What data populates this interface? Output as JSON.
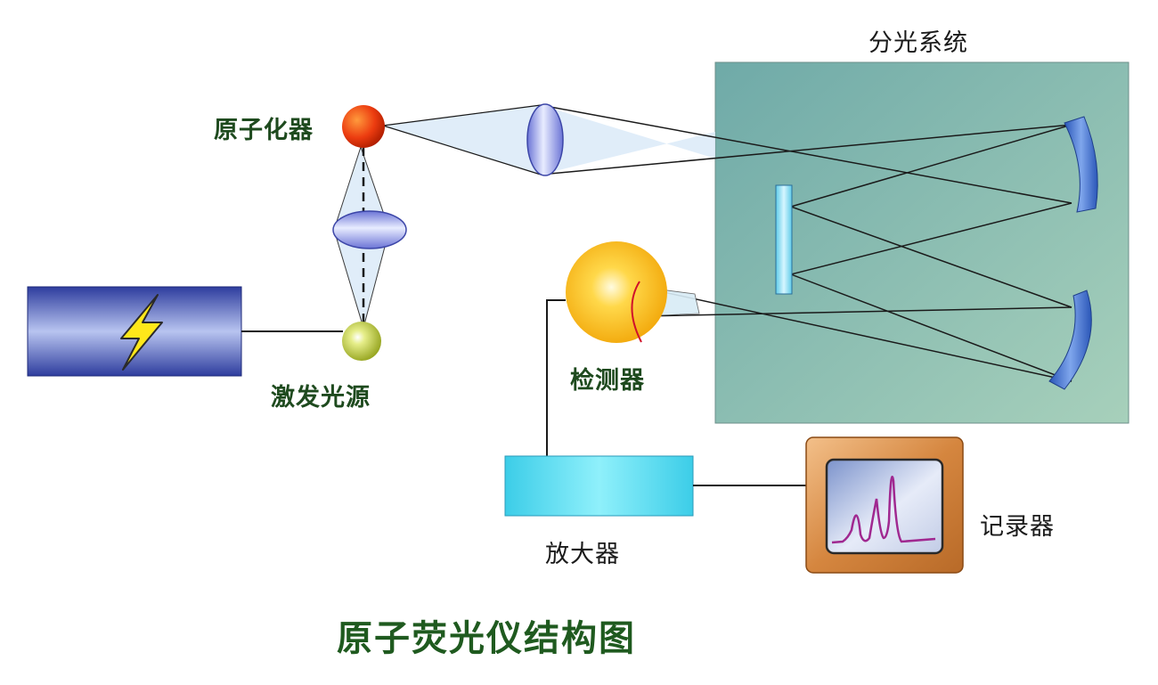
{
  "labels": {
    "atomizer": "原子化器",
    "excitation_source": "激发光源",
    "spectro_system": "分光系统",
    "detector": "检测器",
    "amplifier": "放大器",
    "recorder": "记录器"
  },
  "title": "原子荧光仪结构图",
  "colors": {
    "label_text": "#1e4a1e",
    "spectro_box": "#8fbfb3",
    "amplifier_box": "#4fd6ec",
    "power_box": "#3b4fb3",
    "atomizer_sphere": "#e03c10",
    "source_sphere": "#a8b820",
    "detector_sphere": "#ffb000",
    "recorder_frame": "#d78a4a",
    "recorder_trace": "#a02890",
    "lens": "#8f9ce8",
    "mirror": "#3c6fd0"
  },
  "icons": {
    "power_supply": "lightning-bolt-icon"
  }
}
